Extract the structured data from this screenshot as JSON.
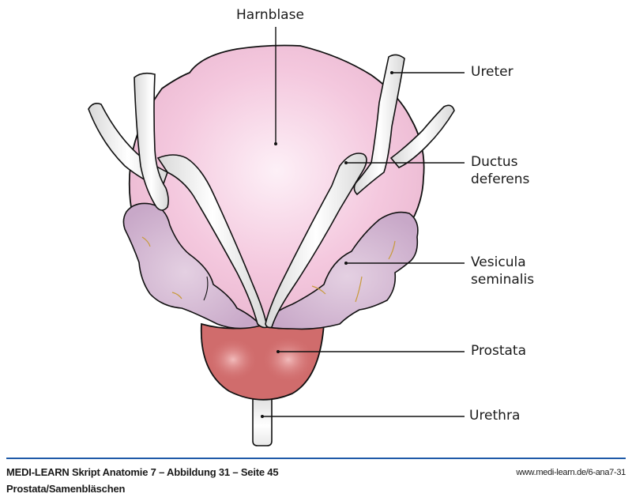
{
  "diagram": {
    "subject": "Prostata/Samenbläschen",
    "labels": {
      "harnblase": "Harnblase",
      "ureter": "Ureter",
      "ductus_line1": "Ductus",
      "ductus_line2": "deferens",
      "vesicula_line1": "Vesicula",
      "vesicula_line2": "seminalis",
      "prostata": "Prostata",
      "urethra": "Urethra"
    },
    "colors": {
      "bladder": "#f2c4dc",
      "bladder_highlight": "#fdeef6",
      "seminal_vesicle": "#d2b6d2",
      "prostate": "#d06a6a",
      "prostate_highlight": "#f0b4b4",
      "duct": "#e6e6e6",
      "outline": "#111111",
      "footer_rule": "#1f5aa8"
    }
  },
  "footer": {
    "title": "MEDI-LEARN Skript Anatomie 7 – Abbildung 31 – Seite 45",
    "url": "www.medi-learn.de/6-ana7-31",
    "subtitle": "Prostata/Samenbläschen"
  }
}
